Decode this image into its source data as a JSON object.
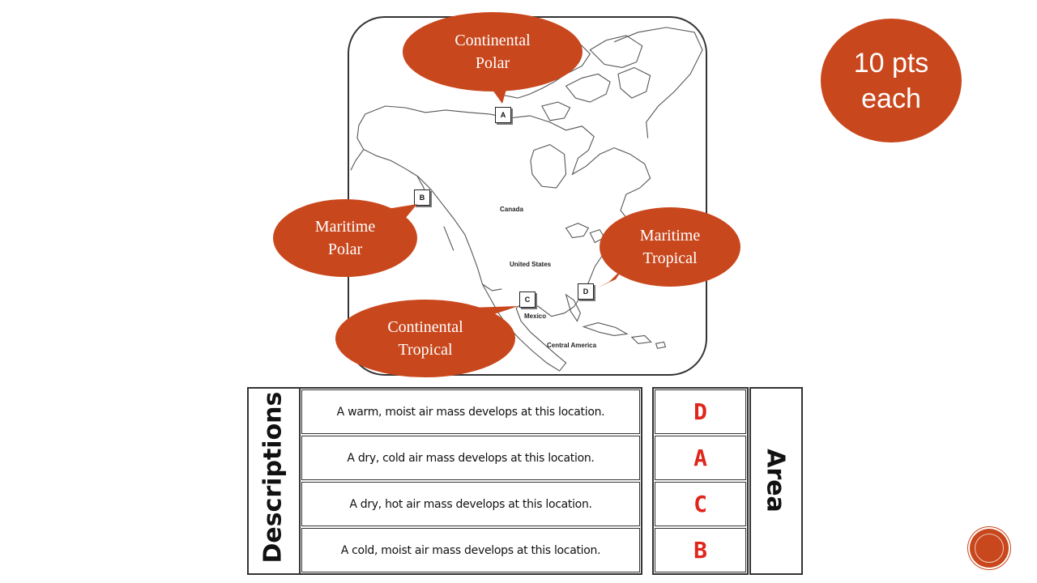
{
  "map": {
    "labels": {
      "canada": "Canada",
      "united_states": "United States",
      "mexico": "Mexico",
      "central_america": "Central America"
    },
    "markers": [
      "A",
      "B",
      "C",
      "D"
    ]
  },
  "callouts": {
    "continental_polar": [
      "Continental",
      "Polar"
    ],
    "maritime_polar": [
      "Maritime",
      "Polar"
    ],
    "maritime_tropical": [
      "Maritime",
      "Tropical"
    ],
    "continental_tropical": [
      "Continental",
      "Tropical"
    ],
    "color": "#c9471d"
  },
  "points_badge": [
    "10 pts",
    "each"
  ],
  "worksheet": {
    "descriptions_header": "Descriptions",
    "area_header": "Area",
    "rows": [
      {
        "description": "A warm, moist air mass develops at this location.",
        "answer": "D"
      },
      {
        "description": "A dry, cold air mass develops at this location.",
        "answer": "A"
      },
      {
        "description": "A dry, hot air mass develops at this location.",
        "answer": "C"
      },
      {
        "description": "A cold, moist air mass develops at this location.",
        "answer": "B"
      }
    ],
    "answer_color": "#e0251b"
  },
  "nav": {
    "icon": "circle-button-icon"
  }
}
